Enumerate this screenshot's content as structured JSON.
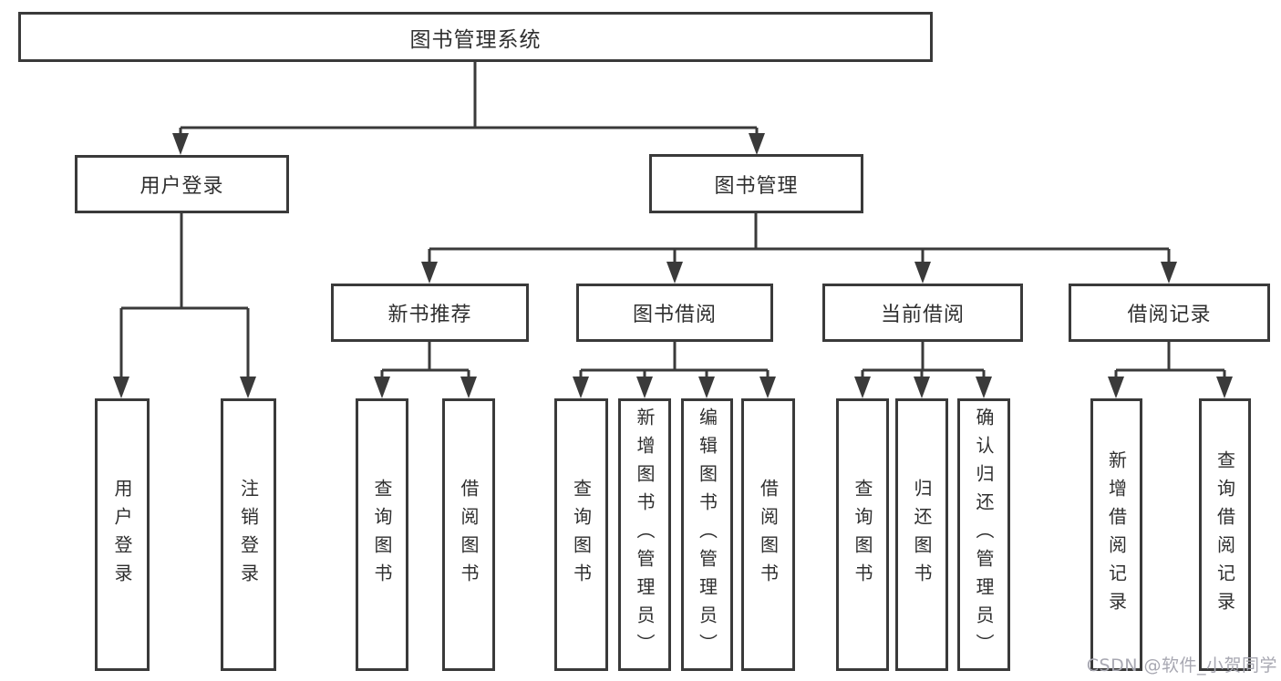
{
  "diagram": {
    "root": {
      "label": "图书管理系统"
    },
    "level2": [
      {
        "label": "用户登录"
      },
      {
        "label": "图书管理"
      }
    ],
    "level3": [
      {
        "label": "新书推荐"
      },
      {
        "label": "图书借阅"
      },
      {
        "label": "当前借阅"
      },
      {
        "label": "借阅记录"
      }
    ],
    "leaves": {
      "login": [
        "用户登录",
        "注销登录"
      ],
      "recommend": [
        "查询图书",
        "借阅图书"
      ],
      "borrow": [
        "查询图书",
        "新增图书（管理员）",
        "编辑图书（管理员）",
        "借阅图书"
      ],
      "current": [
        "查询图书",
        "归还图书",
        "确认归还（管理员）"
      ],
      "records": [
        "新增借阅记录",
        "查询借阅记录"
      ]
    }
  },
  "watermark": {
    "text": "CSDN @软件_小贺同学"
  },
  "colors": {
    "line": "#3a3a3a",
    "text": "#2f2f2f",
    "watermark": "#a8a8b2",
    "background": "#ffffff"
  }
}
